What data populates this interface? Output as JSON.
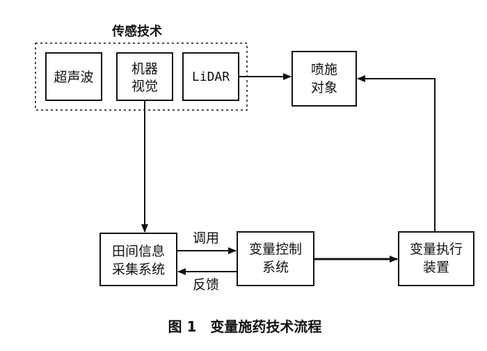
{
  "sensing_group": {
    "title": "传感技术",
    "items": [
      {
        "lines": [
          "超声波"
        ]
      },
      {
        "lines": [
          "机器",
          "视觉"
        ]
      },
      {
        "lines": [
          "LiDAR"
        ]
      }
    ]
  },
  "nodes": {
    "spray_target": {
      "lines": [
        "喷施",
        "对象"
      ]
    },
    "field_info": {
      "lines": [
        "田间信息",
        "采集系统"
      ]
    },
    "variable_control": {
      "lines": [
        "变量控制",
        "系统"
      ]
    },
    "variable_actuator": {
      "lines": [
        "变量执行",
        "装置"
      ]
    }
  },
  "edges": {
    "call_label": "调用",
    "feedback_label": "反馈"
  },
  "caption": "图 1　变量施药技术流程",
  "colors": {
    "line": "#111111",
    "background": "#ffffff"
  }
}
